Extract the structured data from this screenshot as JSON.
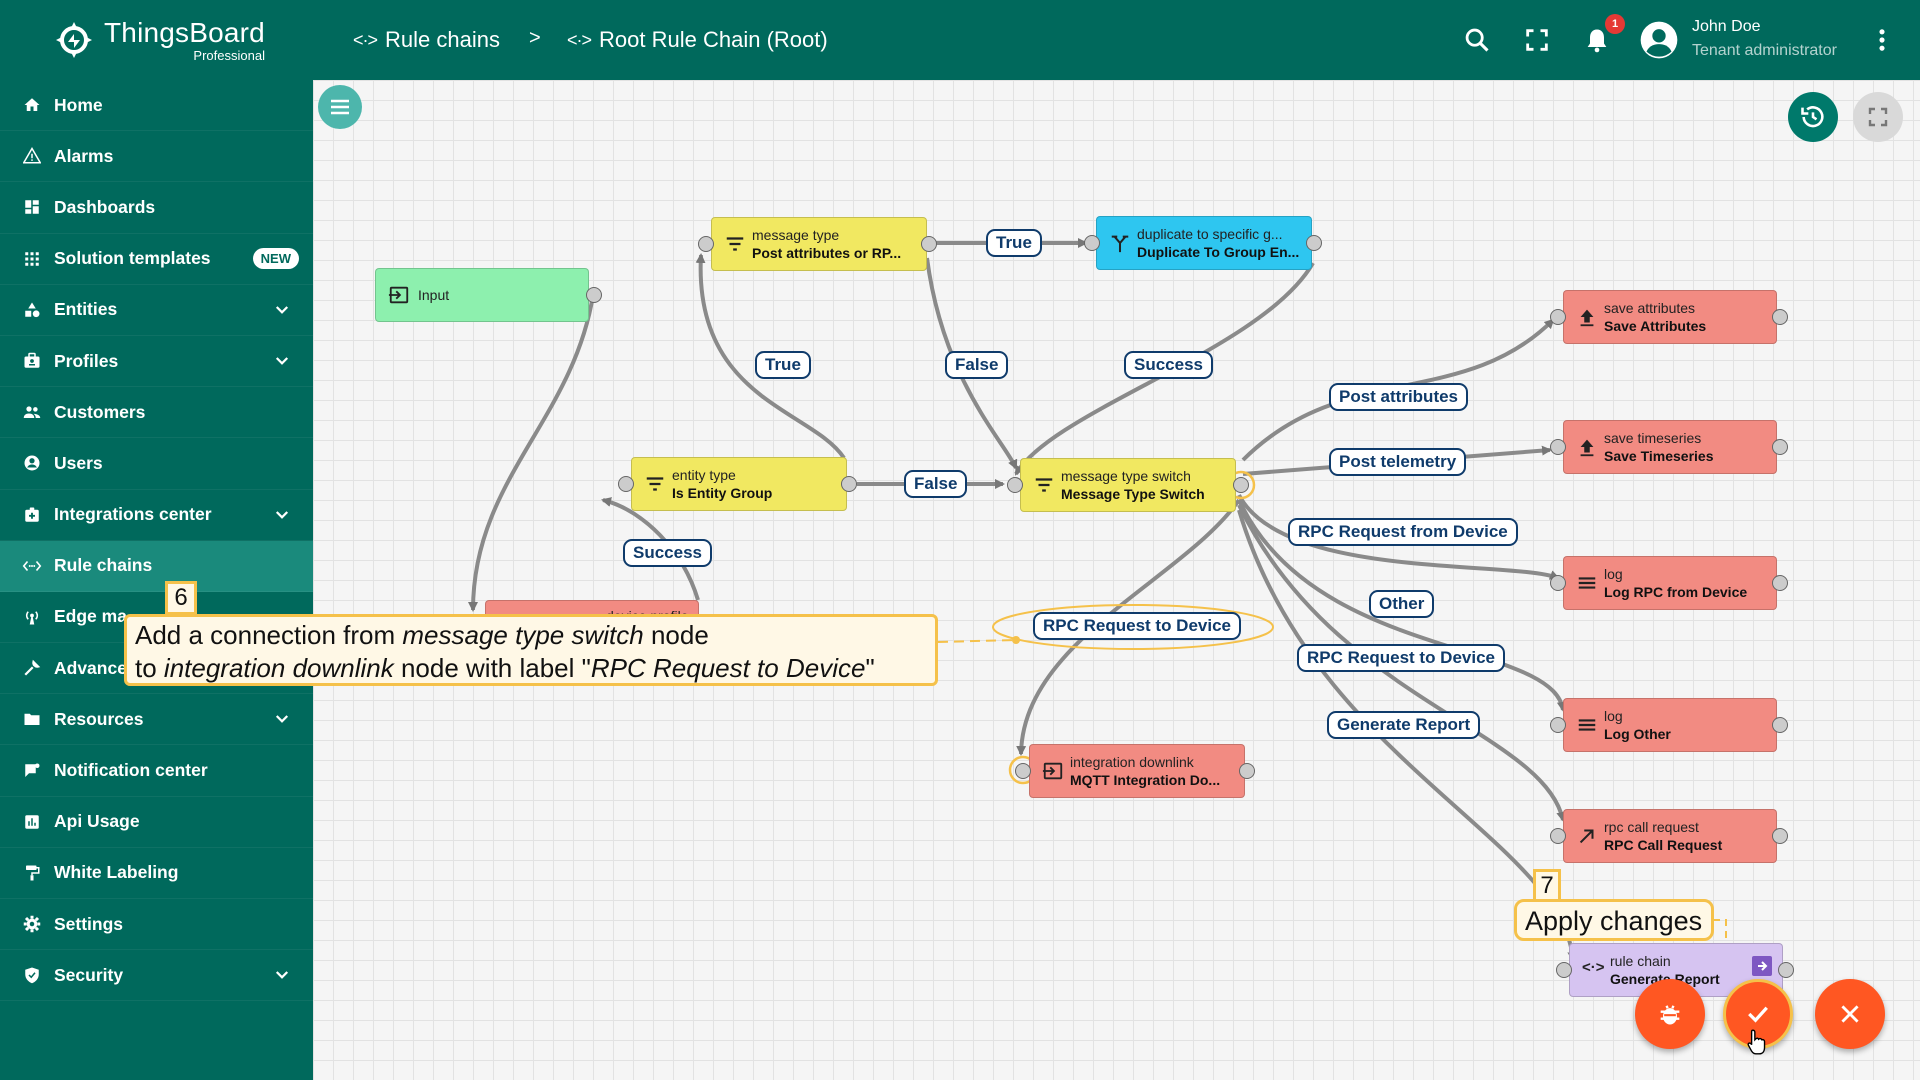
{
  "app": {
    "brand_name": "ThingsBoard",
    "brand_edition": "Professional"
  },
  "sidebar": {
    "items": [
      {
        "label": "Home",
        "icon": "home-icon"
      },
      {
        "label": "Alarms",
        "icon": "alarm-icon"
      },
      {
        "label": "Dashboards",
        "icon": "dashboard-icon"
      },
      {
        "label": "Solution templates",
        "icon": "apps-icon",
        "badge": "NEW"
      },
      {
        "label": "Entities",
        "icon": "entities-icon",
        "expandable": true
      },
      {
        "label": "Profiles",
        "icon": "profiles-icon",
        "expandable": true
      },
      {
        "label": "Customers",
        "icon": "customers-icon"
      },
      {
        "label": "Users",
        "icon": "user-icon"
      },
      {
        "label": "Integrations center",
        "icon": "integrations-icon",
        "expandable": true
      },
      {
        "label": "Rule chains",
        "icon": "rule-chain-icon",
        "active": true
      },
      {
        "label": "Edge ma",
        "icon": "edge-icon"
      },
      {
        "label": "Advance",
        "icon": "advanced-icon"
      },
      {
        "label": "Resources",
        "icon": "folder-icon",
        "expandable": true
      },
      {
        "label": "Notification center",
        "icon": "notification-center-icon"
      },
      {
        "label": "Api Usage",
        "icon": "chart-icon"
      },
      {
        "label": "White Labeling",
        "icon": "paint-roller-icon"
      },
      {
        "label": "Settings",
        "icon": "gear-icon"
      },
      {
        "label": "Security",
        "icon": "shield-icon",
        "expandable": true
      }
    ]
  },
  "header": {
    "breadcrumb_1": "Rule chains",
    "breadcrumb_separator": ">",
    "breadcrumb_2": "Root Rule Chain (Root)",
    "notification_count": "1",
    "user_name": "John Doe",
    "user_role": "Tenant administrator"
  },
  "nodes": {
    "input": {
      "name": "Input"
    },
    "msg_type_filter": {
      "type": "message type",
      "name": "Post attributes or RP..."
    },
    "duplicate": {
      "type": "duplicate to specific g...",
      "name": "Duplicate To Group En..."
    },
    "entity_type": {
      "type": "entity type",
      "name": "Is Entity Group"
    },
    "switch": {
      "type": "message type switch",
      "name": "Message Type Switch"
    },
    "save_attr": {
      "type": "save attributes",
      "name": "Save Attributes"
    },
    "save_ts": {
      "type": "save timeseries",
      "name": "Save Timeseries"
    },
    "log_rpc": {
      "type": "log",
      "name": "Log RPC from Device"
    },
    "log_other": {
      "type": "log",
      "name": "Log Other"
    },
    "rpc_call": {
      "type": "rpc call request",
      "name": "RPC Call Request"
    },
    "rule_chain": {
      "type": "rule chain",
      "name": "Generate Report"
    },
    "downlink": {
      "type": "integration downlink",
      "name": "MQTT Integration Do..."
    },
    "device_profile": {
      "type": "device profile"
    }
  },
  "edges": {
    "true_1": "True",
    "true_2": "True",
    "false_1": "False",
    "false_2": "False",
    "success_1": "Success",
    "success_2": "Success",
    "post_attributes": "Post attributes",
    "post_telemetry": "Post telemetry",
    "rpc_from_device": "RPC Request from Device",
    "other": "Other",
    "rpc_to_device_1": "RPC Request to Device",
    "generate_report": "Generate Report",
    "rpc_to_device_new": "RPC Request to Device"
  },
  "tutorial": {
    "step6_number": "6",
    "step6_line1_a": "Add a connection from ",
    "step6_line1_b": "message type switch",
    "step6_line1_c": " node",
    "step6_line2_a": "to ",
    "step6_line2_b": "integration downlink",
    "step6_line2_c": " node with label \"",
    "step6_line2_d": "RPC Request to Device",
    "step6_line2_e": "\"",
    "step7_number": "7",
    "step7_text": "Apply changes"
  },
  "colors": {
    "primary": "#00695c",
    "accent": "#ff5722",
    "filter_node": "#f1e861",
    "action_node": "#f28b82",
    "transform_node": "#2ec6f0",
    "flow_node": "#d6c4f1",
    "input_node": "#8df0ae",
    "highlight": "#f5c14a"
  }
}
